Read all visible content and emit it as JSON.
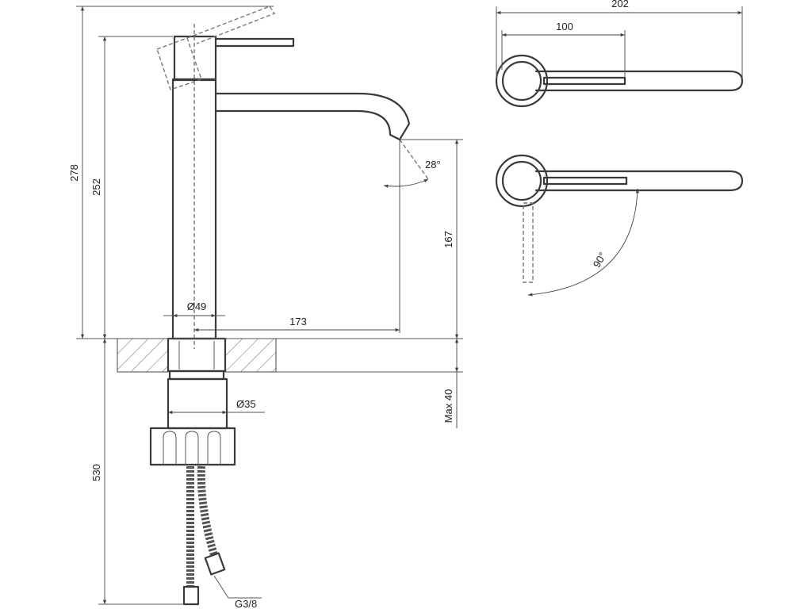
{
  "labels": {
    "height_total": "278",
    "height_spout": "252",
    "spout_clearance": "167",
    "spout_reach": "173",
    "body_diameter": "Ø49",
    "thread_diameter": "Ø35",
    "max_thickness": "Max 40",
    "hose_length": "530",
    "hose_connection": "G3/8",
    "spout_angle": "28°",
    "handle_rotation": "90°",
    "overall_width": "202",
    "handle_length": "100"
  }
}
